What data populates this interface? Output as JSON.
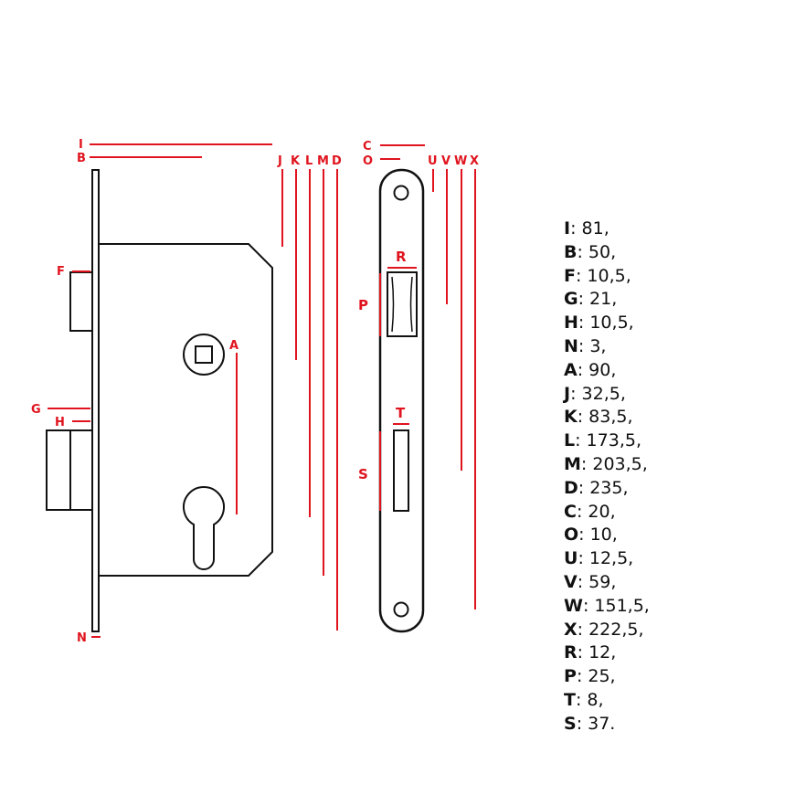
{
  "labels": {
    "I": "I",
    "B": "B",
    "F": "F",
    "G": "G",
    "H": "H",
    "N": "N",
    "A": "A",
    "J": "J",
    "K": "K",
    "L": "L",
    "M": "M",
    "D": "D",
    "C": "C",
    "O": "O",
    "U": "U",
    "V": "V",
    "W": "W",
    "X": "X",
    "R": "R",
    "P": "P",
    "T": "T",
    "S": "S"
  },
  "colors": {
    "dimension": "#e0141e",
    "outline": "#111111"
  },
  "legend": [
    {
      "key": "I",
      "value": ": 81,"
    },
    {
      "key": "B",
      "value": ": 50,"
    },
    {
      "key": "F",
      "value": ": 10,5,"
    },
    {
      "key": "G",
      "value": ": 21,"
    },
    {
      "key": "H",
      "value": ": 10,5,"
    },
    {
      "key": "N",
      "value": ": 3,"
    },
    {
      "key": "A",
      "value": ": 90,"
    },
    {
      "key": "J",
      "value": ": 32,5,"
    },
    {
      "key": "K",
      "value": ": 83,5,"
    },
    {
      "key": "L",
      "value": ": 173,5,"
    },
    {
      "key": "M",
      "value": ": 203,5,"
    },
    {
      "key": "D",
      "value": ": 235,"
    },
    {
      "key": "C",
      "value": ": 20,"
    },
    {
      "key": "O",
      "value": ": 10,"
    },
    {
      "key": "U",
      "value": ": 12,5,"
    },
    {
      "key": "V",
      "value": ": 59,"
    },
    {
      "key": "W",
      "value": ": 151,5,"
    },
    {
      "key": "X",
      "value": ": 222,5,"
    },
    {
      "key": "R",
      "value": ": 12,"
    },
    {
      "key": "P",
      "value": ": 25,"
    },
    {
      "key": "T",
      "value": ": 8,"
    },
    {
      "key": "S",
      "value": ": 37."
    }
  ]
}
